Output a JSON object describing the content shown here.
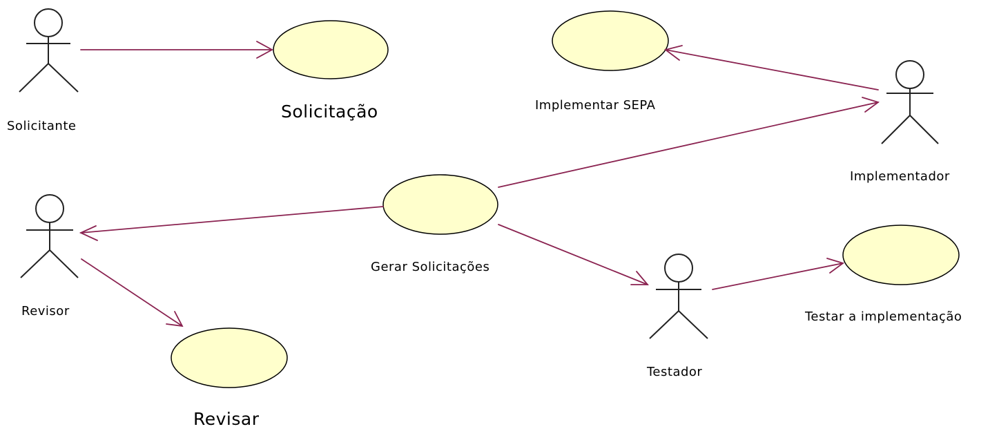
{
  "colors": {
    "line": "#8a2250",
    "actor": "#222222",
    "usecase_fill": "#ffffcc",
    "usecase_stroke": "#000000",
    "background": "#ffffff"
  },
  "actors": {
    "solicitante": "Solicitante",
    "implementador": "Implementador",
    "revisor": "Revisor",
    "testador": "Testador"
  },
  "use_cases": {
    "solicitacao": "Solicitação",
    "implementar_sepa": "Implementar SEPA",
    "gerar_solicitacoes": "Gerar Solicitações",
    "revisar": "Revisar",
    "testar_implementacao": "Testar a implementação"
  }
}
